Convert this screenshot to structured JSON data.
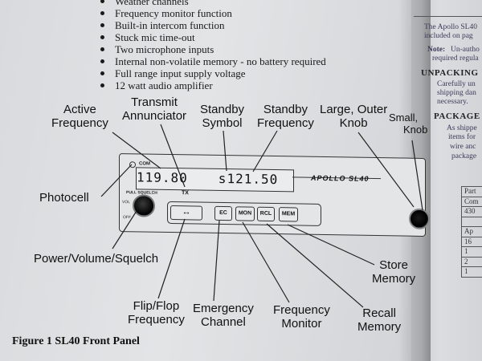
{
  "features": [
    "Weather channels",
    "Frequency monitor function",
    "Built-in intercom function",
    "Stuck mic time-out",
    "Two microphone inputs",
    "Internal non-volatile memory - no battery required",
    "Full range input supply voltage",
    "12 watt audio amplifier"
  ],
  "right_page": {
    "line1": "The Apollo SL40",
    "line2": "included on pag",
    "note_label": "Note:",
    "note1": "Un-autho",
    "note2": "required regula",
    "heading1": "UNPACKING",
    "para1_1": "Carefully un",
    "para1_2": "shipping dan",
    "para1_3": "necessary.",
    "heading2": "PACKAGE",
    "para2_1": "As shippe",
    "para2_2": "items for",
    "para2_3": "wire anc",
    "para2_4": "package",
    "table_rows": [
      "Part",
      "Com",
      "430",
      "",
      "Ap",
      "16",
      "1",
      "2",
      "1"
    ]
  },
  "panel": {
    "active_freq": "119.80",
    "standby_symbol": "s",
    "standby_freq": "121.50",
    "com_label": "COM",
    "tx_label": "TX",
    "brand": "APOLLO SL40",
    "pull_squelch": "PULL SQUELCH",
    "vol_label": "VOL",
    "off_label": "OFF",
    "buttons": {
      "flip": "↔",
      "ec": "EC",
      "mon": "MON",
      "rcl": "RCL",
      "mem": "MEM"
    }
  },
  "callouts": {
    "active": [
      "Active",
      "Frequency"
    ],
    "transmit": [
      "Transmit",
      "Annunciator"
    ],
    "standby_symbol": [
      "Standby",
      "Symbol"
    ],
    "standby_freq": [
      "Standby",
      "Frequency"
    ],
    "outer_knob": [
      "Large, Outer",
      "Knob"
    ],
    "small_knob": [
      "Small,",
      "Knob"
    ],
    "photocell": "Photocell",
    "power": "Power/Volume/Squelch",
    "flip": [
      "Flip/Flop",
      "Frequency"
    ],
    "emergency": [
      "Emergency",
      "Channel"
    ],
    "monitor": [
      "Frequency",
      "Monitor"
    ],
    "recall": [
      "Recall",
      "Memory"
    ],
    "store": [
      "Store",
      "Memory"
    ]
  },
  "caption": "Figure 1 SL40 Front Panel"
}
